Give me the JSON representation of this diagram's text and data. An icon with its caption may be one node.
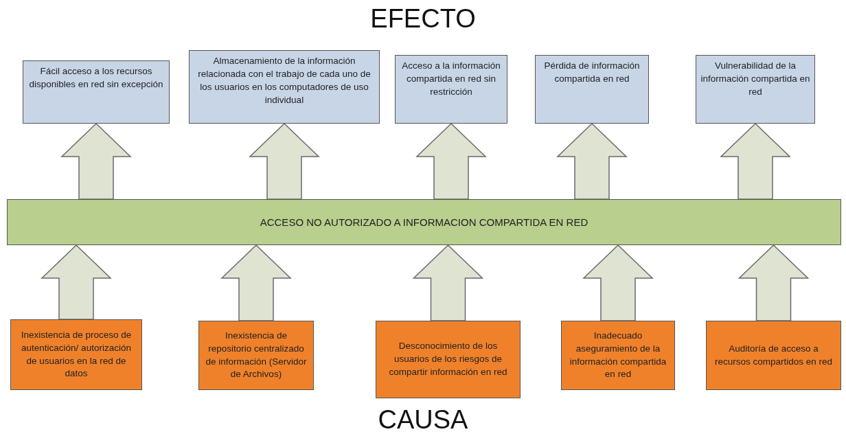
{
  "diagram": {
    "title": "EFECTO",
    "caption": "CAUSA",
    "nodes": [
      {
        "text": [
          "Fácil acceso a los recursos disponibles en red sin excepción"
        ]
      },
      {
        "text": [
          "Almacenamiento de la información relacionada con el trabajo de cada uno de los usuarios en los computadores de uso individual"
        ]
      },
      {
        "text": [
          "Acceso a la información compartida en red sin restricción"
        ]
      },
      {
        "text": [
          "Pérdida de información compartida en red"
        ]
      },
      {
        "text": [
          "Vulnerabilidad de la información compartida en red"
        ]
      },
      {
        "text": [
          "ACCESO NO AUTORIZADO A INFORMACION COMPARTIDA EN RED"
        ]
      },
      {
        "text": [
          "Inexistencia de proceso de autenticación/ autorización de usuarios en la red de datos"
        ]
      },
      {
        "text": [
          "Inexistencia de repositorio centralizado de información (Servidor de Archivos)"
        ]
      },
      {
        "text": [
          "Desconocimiento de los usuarios de los riesgos de compartir información en red"
        ]
      },
      {
        "text": [
          "Inadecuado aseguramiento de la información compartida en red"
        ]
      },
      {
        "text": [
          "Auditoría de acceso a recursos compartidos en red"
        ]
      }
    ],
    "edges": [
      {
        "from": 5,
        "to": 0,
        "arrow": "to"
      },
      {
        "from": 5,
        "to": 1,
        "arrow": "to"
      },
      {
        "from": 5,
        "to": 2,
        "arrow": "to"
      },
      {
        "from": 5,
        "to": 3,
        "arrow": "to"
      },
      {
        "from": 5,
        "to": 4,
        "arrow": "to"
      },
      {
        "from": 6,
        "to": 5,
        "arrow": "to"
      },
      {
        "from": 7,
        "to": 5,
        "arrow": "to"
      },
      {
        "from": 8,
        "to": 5,
        "arrow": "to"
      },
      {
        "from": 9,
        "to": 5,
        "arrow": "to"
      },
      {
        "from": 10,
        "to": 5,
        "arrow": "to"
      }
    ]
  }
}
